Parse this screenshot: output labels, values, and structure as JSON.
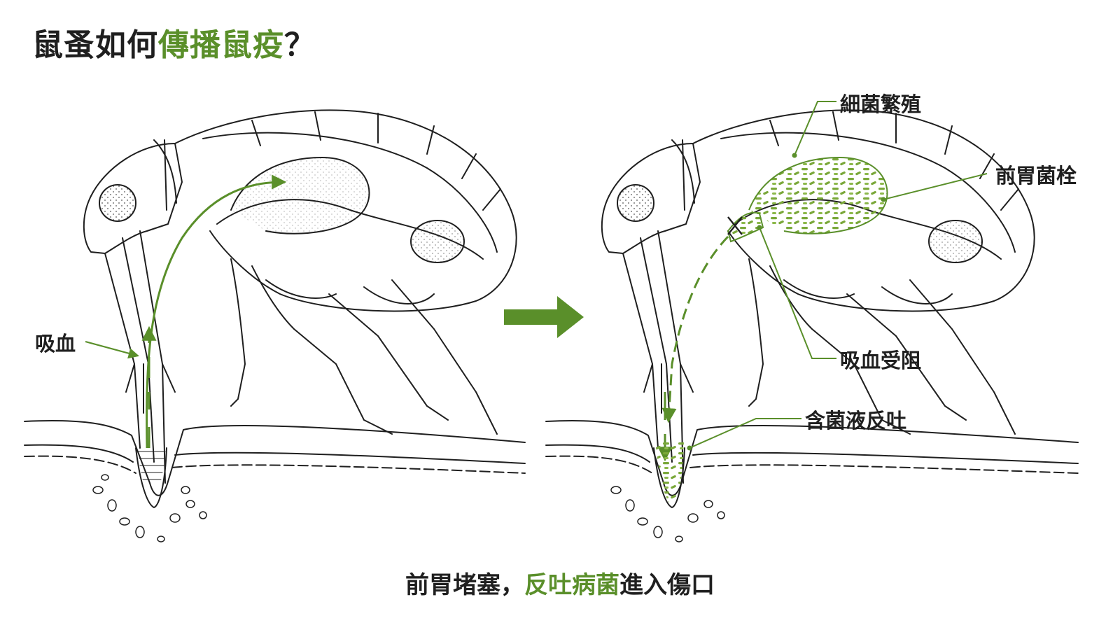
{
  "title": {
    "part1": "鼠蚤如何",
    "part2": "傳播鼠疫",
    "part3": "？"
  },
  "caption": {
    "part1": "前胃堵塞，",
    "part2": "反吐病菌",
    "part3": "進入傷口"
  },
  "labels": {
    "suck_blood": "吸血",
    "bacteria_multiply": "細菌繁殖",
    "proventriculus_plug": "前胃菌栓",
    "blood_blocked": "吸血受阻",
    "regurgitate": "含菌液反吐"
  },
  "colors": {
    "accent": "#5a8f2a",
    "ink": "#1f1f1f",
    "bacteria": "#7aa83a"
  }
}
